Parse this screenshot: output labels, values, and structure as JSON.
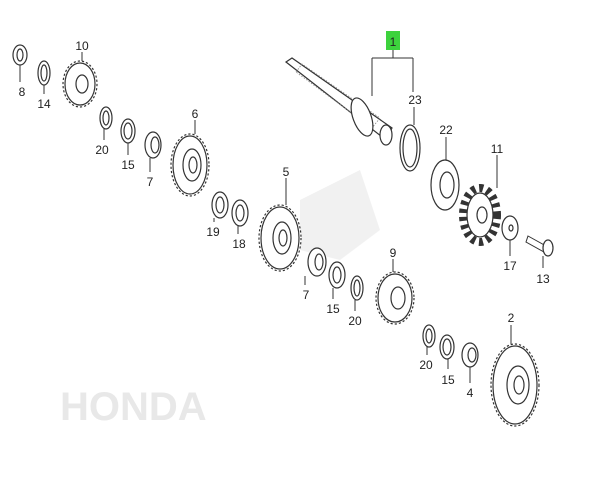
{
  "diagram": {
    "title": "Transmission countershaft exploded view",
    "highlight_color": "#3dd23d",
    "watermark": "HONDA",
    "callouts": {
      "c1": "1",
      "c10": "10",
      "c8": "8",
      "c14": "14",
      "c6": "6",
      "c20a": "20",
      "c15a": "15",
      "c7a": "7",
      "c23": "23",
      "c22": "22",
      "c11": "11",
      "c5": "5",
      "c19": "19",
      "c18": "18",
      "c17": "17",
      "c13": "13",
      "c9": "9",
      "c7b": "7",
      "c15b": "15",
      "c20b": "20",
      "c2": "2",
      "c20c": "20",
      "c15c": "15",
      "c4": "4"
    }
  }
}
